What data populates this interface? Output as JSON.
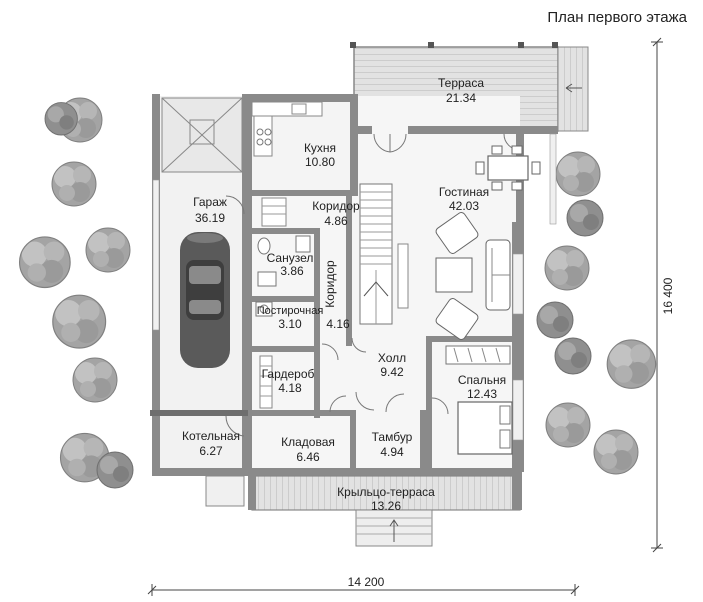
{
  "title": "План первого этажа",
  "rooms": [
    {
      "name": "Терраса",
      "area": "21.34"
    },
    {
      "name": "Кухня",
      "area": "10.80"
    },
    {
      "name": "Гостиная",
      "area": "42.03"
    },
    {
      "name": "Гараж",
      "area": "36.19"
    },
    {
      "name": "Коридор",
      "area": "4.86"
    },
    {
      "name": "Санузел",
      "area": "3.86"
    },
    {
      "name": "Постирочная",
      "area": "3.10"
    },
    {
      "name": "Коридор",
      "area": "4.16"
    },
    {
      "name": "Холл",
      "area": "9.42"
    },
    {
      "name": "Гардероб",
      "area": "4.18"
    },
    {
      "name": "Спальня",
      "area": "12.43"
    },
    {
      "name": "Котельная",
      "area": "6.27"
    },
    {
      "name": "Кладовая",
      "area": "6.46"
    },
    {
      "name": "Тамбур",
      "area": "4.94"
    },
    {
      "name": "Крыльцо-терраса",
      "area": "13.26"
    }
  ],
  "dimensions": {
    "width": "14 200",
    "height": "16 400"
  }
}
